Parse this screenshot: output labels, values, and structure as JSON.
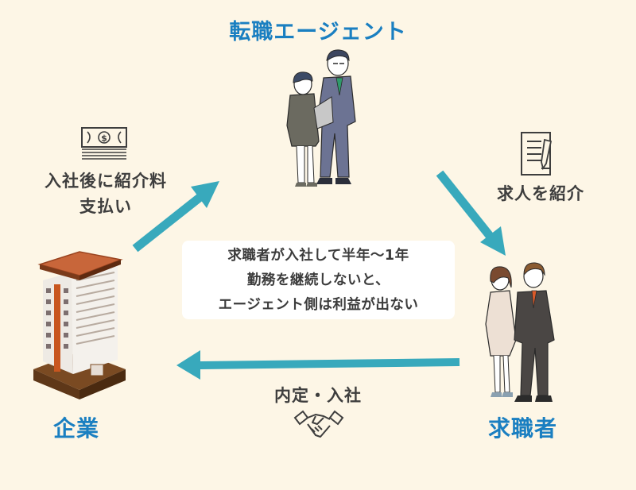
{
  "nodes": {
    "agent": {
      "label": "転職エージェント"
    },
    "company": {
      "label": "企業"
    },
    "jobseeker": {
      "label": "求職者"
    }
  },
  "flows": {
    "company_to_agent": {
      "label_line1": "入社後に紹介料",
      "label_line2": "支払い",
      "icon": "money-bills-icon"
    },
    "agent_to_jobseeker": {
      "label": "求人を紹介",
      "icon": "document-pen-icon"
    },
    "jobseeker_to_company": {
      "label": "内定・入社",
      "icon": "handshake-icon"
    }
  },
  "note": {
    "lines": [
      "求職者が入社して半年〜1年",
      "勤務を継続しないと、",
      "エージェント側は利益が出ない"
    ]
  },
  "colors": {
    "background": "#fdf6e6",
    "accent_blue": "#1a7fc1",
    "arrow_teal": "#38a9bc",
    "text_dark": "#3e3e3e",
    "note_bg": "#ffffff"
  }
}
